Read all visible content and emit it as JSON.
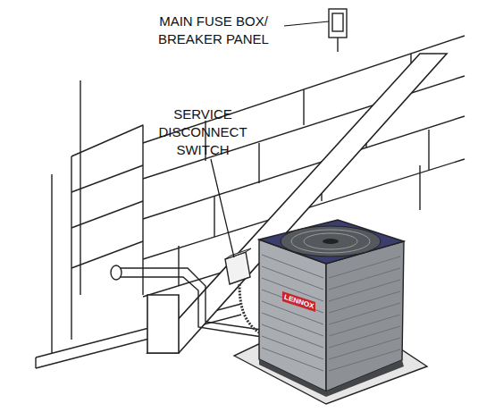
{
  "diagram": {
    "labels": [
      "MAIN FUSE BOX/ BREAKER PANEL",
      "SERVICE DISCONNECT SWITCH",
      "LENNOX"
    ]
  }
}
